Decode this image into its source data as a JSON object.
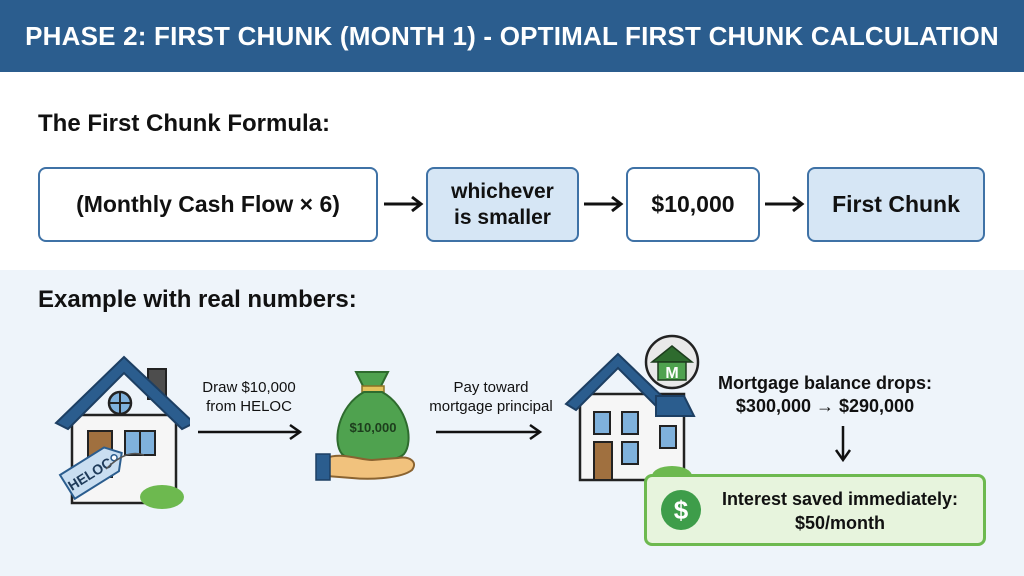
{
  "header": {
    "title": "PHASE 2: FIRST CHUNK (MONTH 1) - OPTIMAL FIRST CHUNK CALCULATION"
  },
  "formula": {
    "title": "The First Chunk Formula:",
    "boxes": [
      {
        "lines": [
          "(Monthly Cash Flow × 6)"
        ]
      },
      {
        "lines": [
          "whichever",
          "is smaller"
        ]
      },
      {
        "lines": [
          "$10,000"
        ]
      },
      {
        "lines": [
          "First Chunk"
        ]
      }
    ]
  },
  "example": {
    "title": "Example with real numbers:",
    "heloc_tag": "HELOC",
    "step1": {
      "line1": "Draw $10,000",
      "line2": "from HELOC"
    },
    "bag_label": "$10,000",
    "step2": {
      "line1": "Pay toward",
      "line2": "mortgage principal"
    },
    "mortgage_badge": "M",
    "drop": {
      "line1": "Mortgage balance drops:",
      "line2": "$300,000 → $290,000"
    },
    "saved": {
      "symbol": "$",
      "line1": "Interest saved immediately:",
      "line2": "$50/month"
    }
  },
  "colors": {
    "header_bg": "#2b5d8e",
    "box_border": "#3f72a6",
    "box_fill": "#d6e6f5",
    "green": "#3e9d4a"
  }
}
